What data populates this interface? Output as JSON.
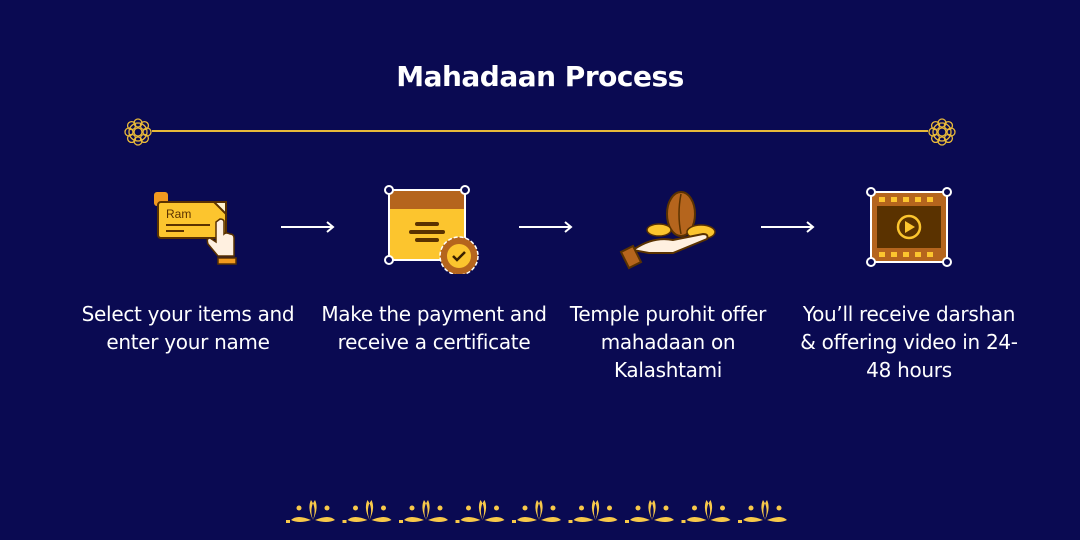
{
  "title": "Mahadaan Process",
  "steps": [
    {
      "text": "Select your items and enter your name",
      "icon": "scroll-name-hand-icon",
      "name_on_scroll": "Ram"
    },
    {
      "text": "Make the payment and receive a certificate",
      "icon": "certificate-badge-icon"
    },
    {
      "text": "Temple purohit offer mahadaan on Kalashtami",
      "icon": "offering-hand-icon"
    },
    {
      "text": "You’ll receive darshan & offering video in 24-48 hours",
      "icon": "video-film-icon"
    }
  ],
  "colors": {
    "background": "#0a0a52",
    "gold": "#e8b93a",
    "yellow": "#fcc52e",
    "brown": "#b5651d",
    "text": "#ffffff"
  }
}
